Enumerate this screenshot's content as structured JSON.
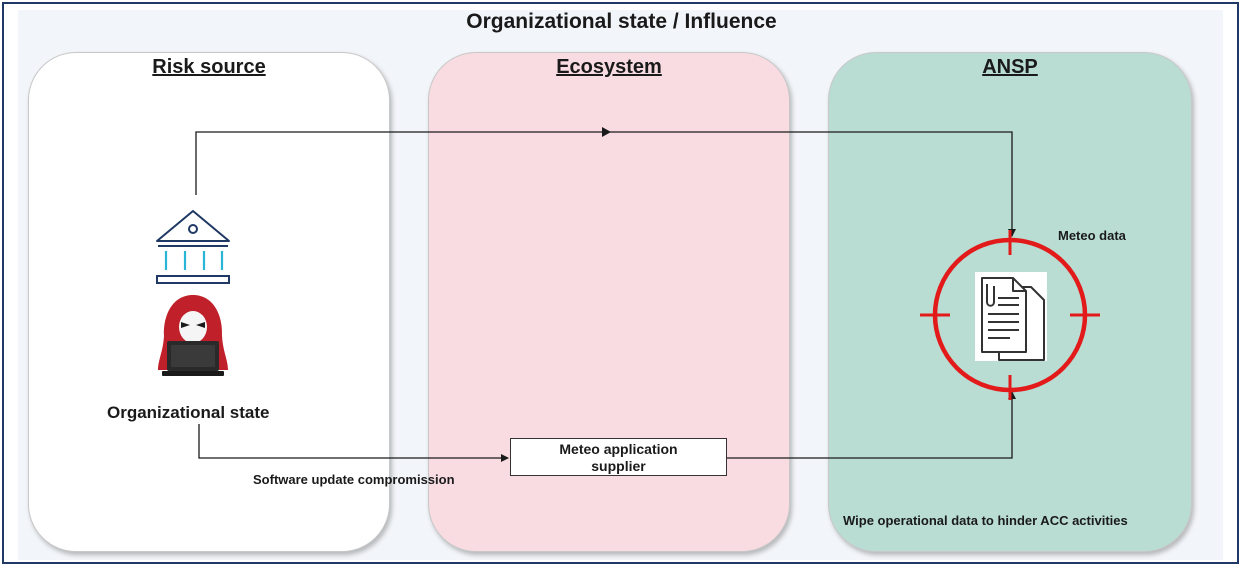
{
  "diagram": {
    "title": "Organizational state / Influence",
    "zones": {
      "risk_source": "Risk source",
      "ecosystem": "Ecosystem",
      "ansp": "ANSP"
    },
    "labels": {
      "organizational_state": "Organizational state",
      "software_update": "Software update compromission",
      "supplier_line1": "Meteo application",
      "supplier_line2": "supplier",
      "meteo_data": "Meteo data",
      "wipe": "Wipe operational data to hinder ACC activities"
    },
    "icons": [
      "government-building-icon",
      "hooded-hacker-icon",
      "target-crosshair-icon",
      "documents-icon"
    ],
    "colors": {
      "border": "#1f3864",
      "risk_zone": "#ffffff",
      "ecosystem_zone": "#f8dce1",
      "ansp_zone": "#b9ddd3",
      "target": "#e31a1a",
      "hacker_hood": "#c0202a",
      "building_accent": "#29b6d6"
    }
  }
}
